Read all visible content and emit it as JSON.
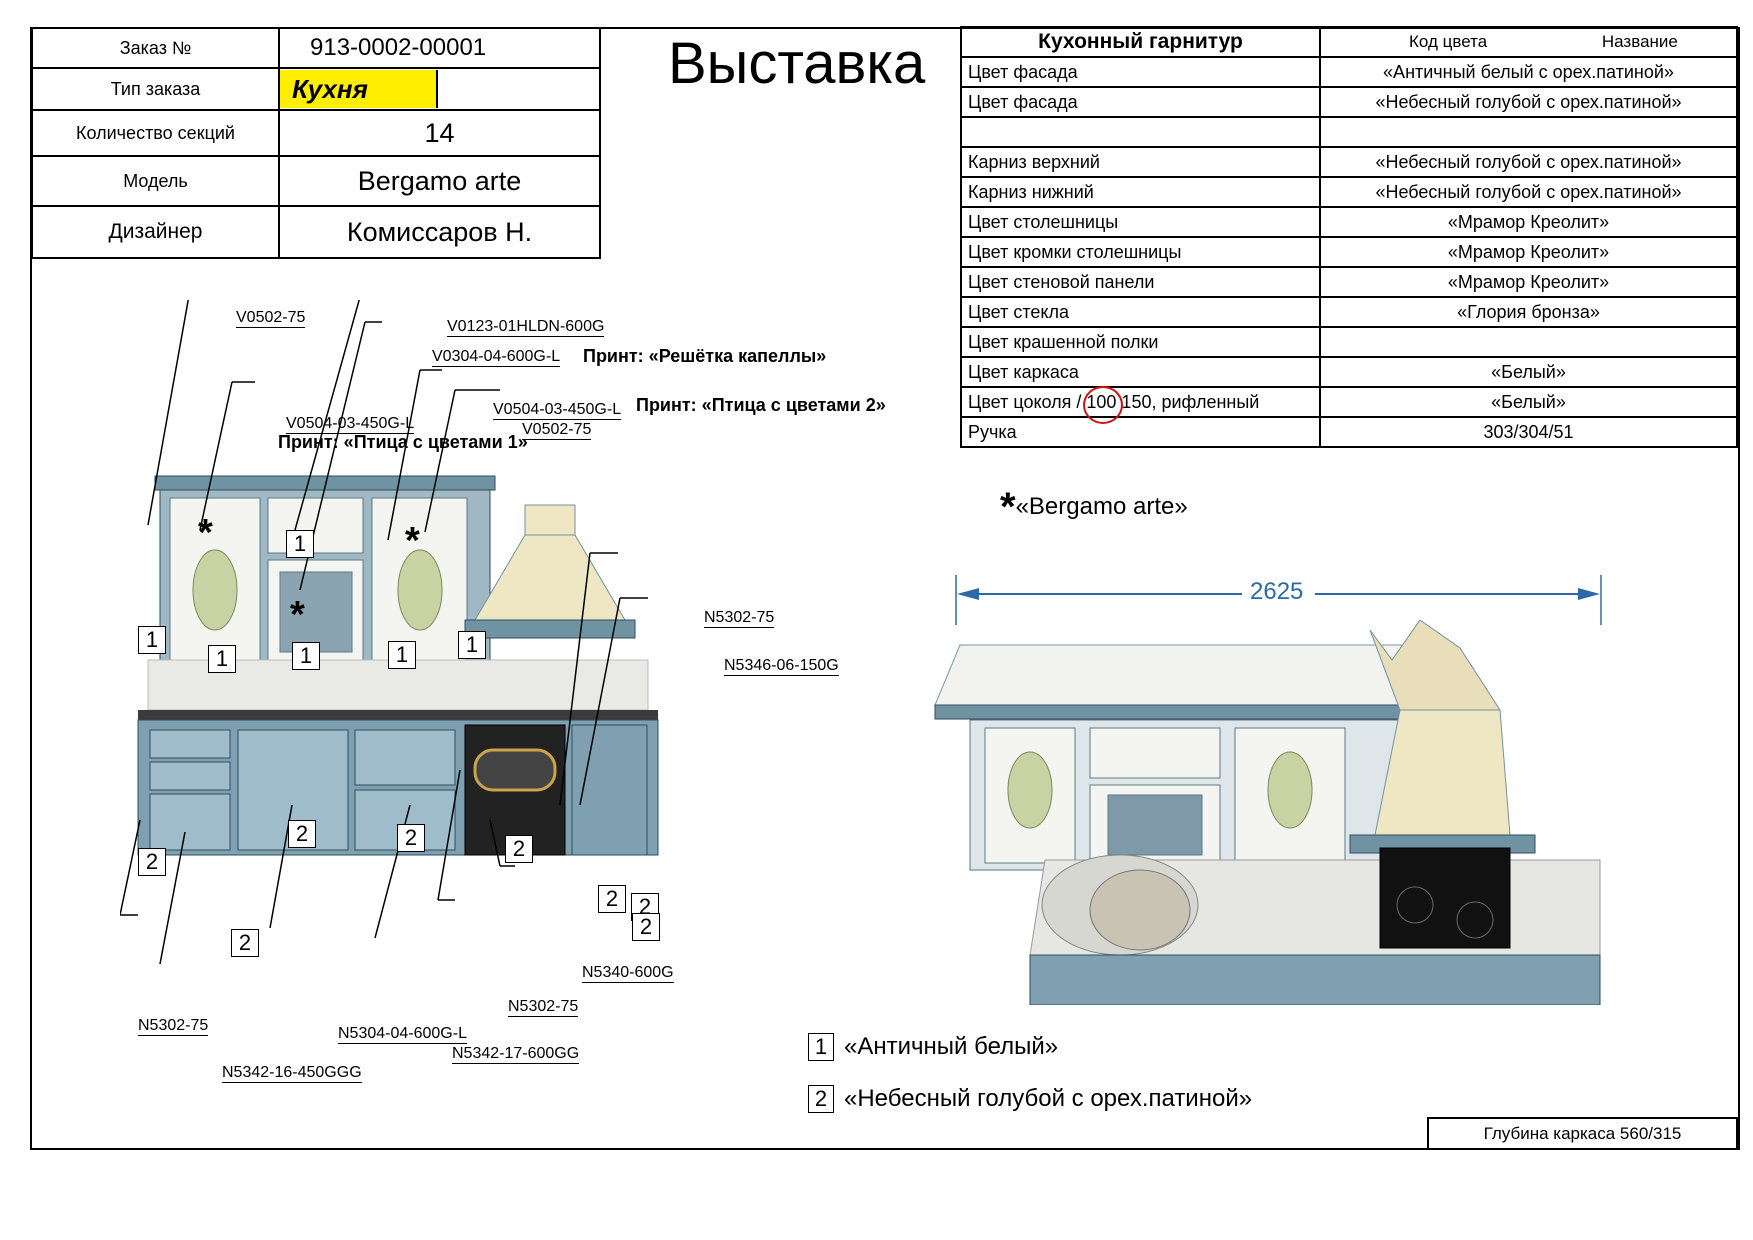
{
  "order": {
    "rows": [
      {
        "label": "Заказ №",
        "value": "913-0002-00001"
      },
      {
        "label": "Тип заказа",
        "value": "Кухня"
      },
      {
        "label": "Количество секций",
        "value": "14"
      },
      {
        "label": "Модель",
        "value": "Bergamo arte"
      },
      {
        "label": "Дизайнер",
        "value": "Комиссаров Н."
      }
    ]
  },
  "title": "Выставка",
  "spec": {
    "header": {
      "name": "Кухонный гарнитур",
      "color_code": "Код цвета",
      "color_name": "Название"
    },
    "rows": [
      {
        "label": "Цвет фасада",
        "value": "«Античный белый с орех.патиной»"
      },
      {
        "label": "Цвет фасада",
        "value": "«Небесный голубой с орех.патиной»"
      },
      {
        "label": "",
        "value": ""
      },
      {
        "label": "Карниз верхний",
        "value": "«Небесный голубой с орех.патиной»"
      },
      {
        "label": "Карниз нижний",
        "value": "«Небесный голубой с орех.патиной»"
      },
      {
        "label": "Цвет столешницы",
        "value": "«Мрамор Креолит»"
      },
      {
        "label": "Цвет кромки столешницы",
        "value": "«Мрамор Креолит»"
      },
      {
        "label": "Цвет стеновой панели",
        "value": "«Мрамор Креолит»"
      },
      {
        "label": "Цвет стекла",
        "value": "«Глория бронза»"
      },
      {
        "label": "Цвет крашенной полки",
        "value": ""
      },
      {
        "label": "Цвет каркаса",
        "value": "«Белый»"
      },
      {
        "label": "Цвет цоколя / 100 150, рифленный",
        "value": "«Белый»"
      },
      {
        "label": "Ручка",
        "value": "303/304/51"
      }
    ]
  },
  "note": "«Bergamo arte»",
  "dimension": "2625",
  "codes": {
    "v0502_top": "V0502-75",
    "v0123": "V0123-01HLDN-600G",
    "v0304": "V0304-04-600G-L",
    "v0504_r": "V0504-03-450G-L",
    "v0504_l": "V0504-03-450G-L",
    "v0502_r": "V0502-75",
    "n5302_r": "N5302-75",
    "n5346": "N5346-06-150G",
    "n5340": "N5340-600G",
    "n5302_m": "N5302-75",
    "n5302_l": "N5302-75",
    "n5304": "N5304-04-600G-L",
    "n5342_17": "N5342-17-600GG",
    "n5342_16": "N5342-16-450GGG"
  },
  "prints": {
    "p1": "Принт: «Решётка капеллы»",
    "p2": "Принт: «Птица с цветами 2»",
    "p3": "Принт: «Птица с цветами 1»"
  },
  "legend": [
    {
      "num": "1",
      "text": "«Античный белый»"
    },
    {
      "num": "2",
      "text": "«Небесный голубой с орех.патиной»"
    }
  ],
  "depth": "Глубина каркаса 560/315",
  "colors": {
    "highlight": "#ffee00",
    "cabinet": "#6f93a3",
    "cream": "#efe6c4",
    "dim": "#2a6aa8",
    "circle": "#d01010"
  }
}
